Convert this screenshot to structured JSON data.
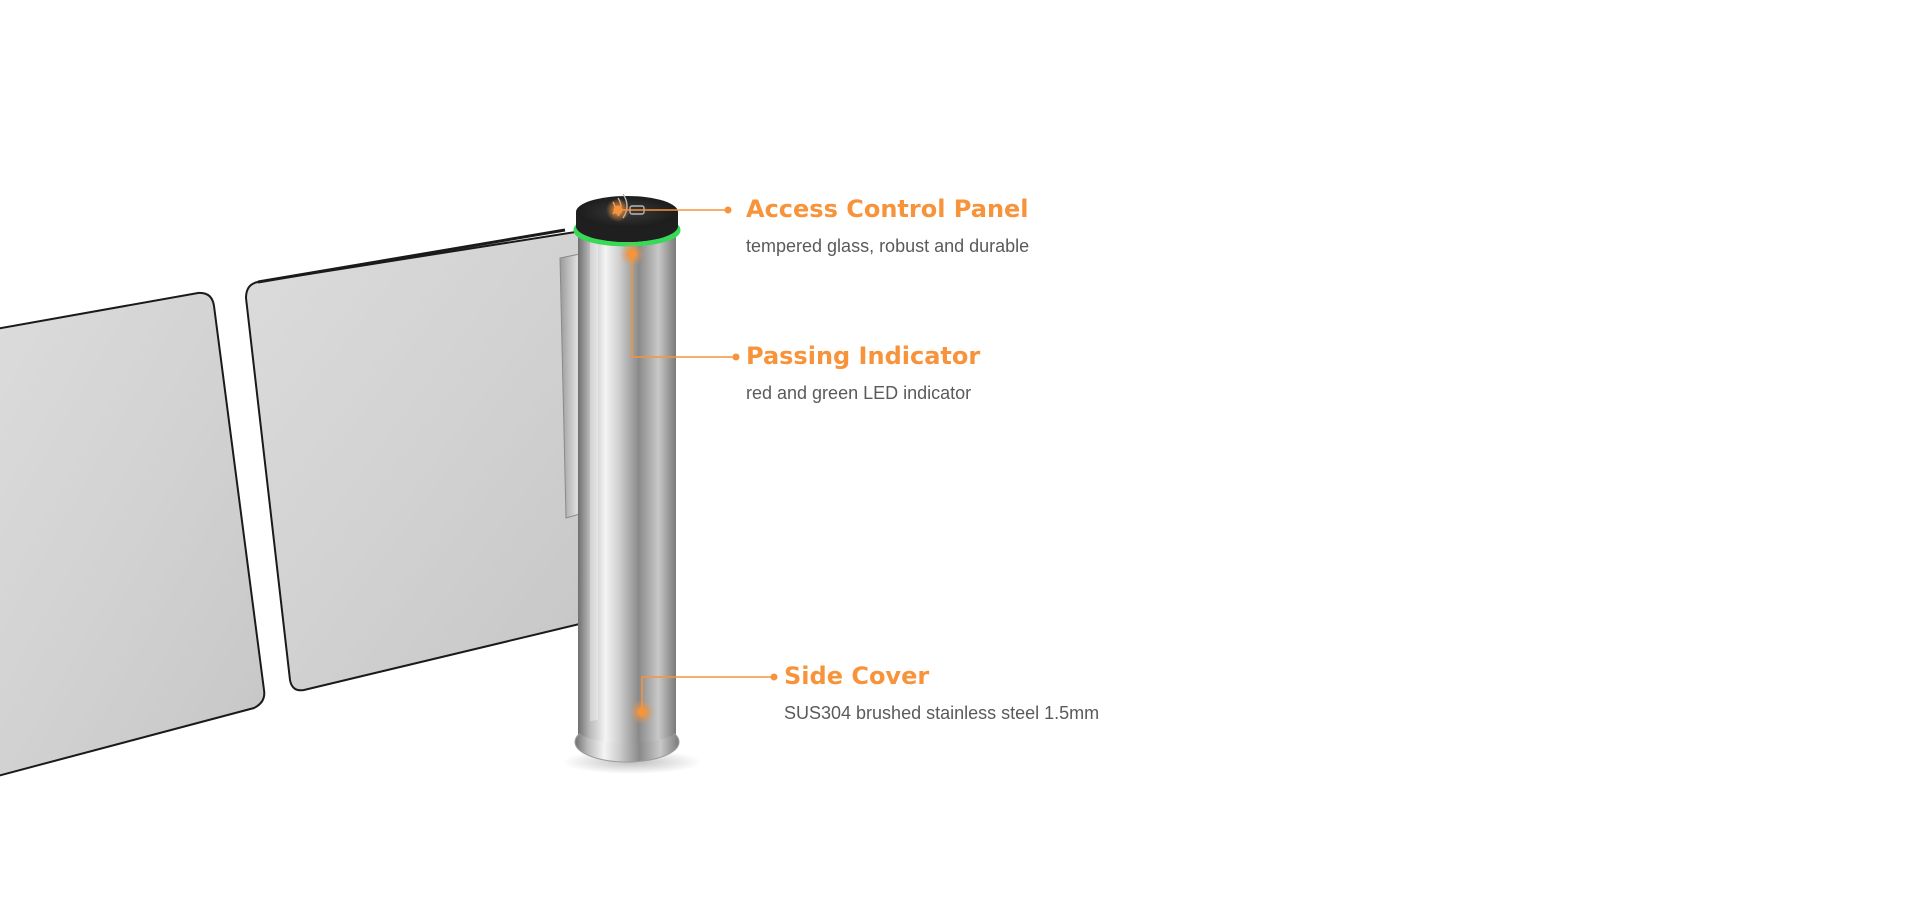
{
  "colors": {
    "accent": "#f7943b",
    "indicator": "#37d957",
    "text_secondary": "#5a5a5a",
    "background": "#ffffff"
  },
  "callouts": [
    {
      "title": "Access Control Panel",
      "description": "tempered glass, robust and durable"
    },
    {
      "title": "Passing Indicator",
      "description": "red and green LED indicator"
    },
    {
      "title": "Side Cover",
      "description": "SUS304 brushed stainless steel 1.5mm"
    }
  ]
}
